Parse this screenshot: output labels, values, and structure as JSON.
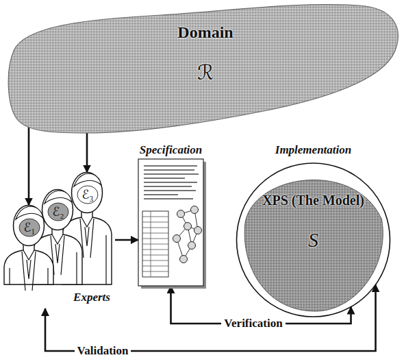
{
  "diagram": {
    "nodes": [
      {
        "text": [
          "Domain",
          "ℛ"
        ]
      },
      {
        "text": [
          "Experts"
        ]
      },
      {
        "text": [
          "ℰ₁"
        ],
        "in": 1
      },
      {
        "text": [
          "ℰ₂"
        ],
        "in": 1
      },
      {
        "text": [
          "ℰ₃"
        ],
        "in": 1
      },
      {
        "text": [
          "Specification"
        ]
      },
      {
        "text": [
          "Implementation",
          "XPS (The Model)",
          "S"
        ]
      }
    ],
    "edges": [
      {
        "from": 0,
        "to": 2,
        "arrow": "to"
      },
      {
        "from": 0,
        "to": 4,
        "arrow": "to"
      },
      {
        "from": 1,
        "to": 5,
        "arrow": "to"
      },
      {
        "from": 5,
        "to": 6,
        "label": "Verification",
        "arrow": "both"
      },
      {
        "from": 1,
        "to": 6,
        "label": "Validation",
        "arrow": "both"
      }
    ]
  }
}
